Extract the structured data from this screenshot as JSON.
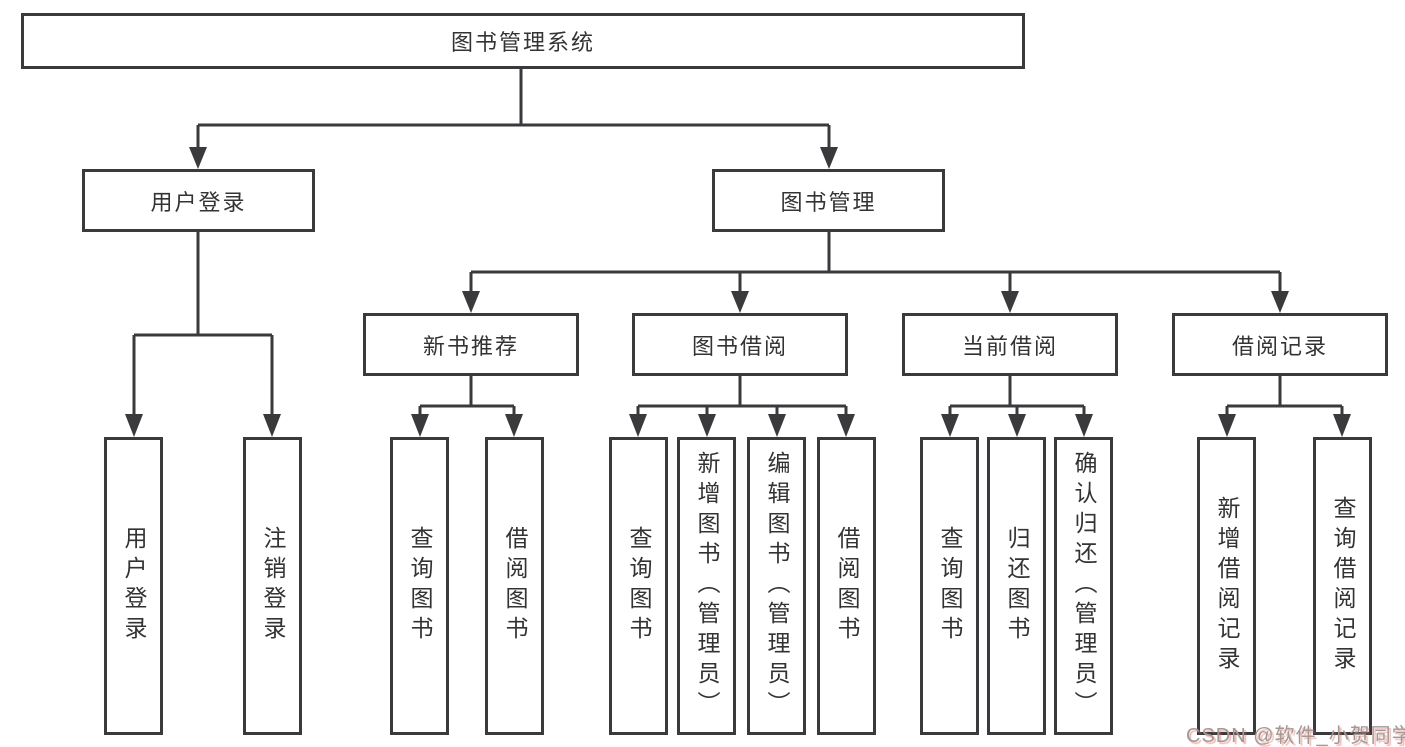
{
  "tree": {
    "label": "图书管理系统",
    "children": [
      {
        "label": "用户登录",
        "children": [
          {
            "label": "用户登录"
          },
          {
            "label": "注销登录"
          }
        ]
      },
      {
        "label": "图书管理",
        "children": [
          {
            "label": "新书推荐",
            "children": [
              {
                "label": "查询图书"
              },
              {
                "label": "借阅图书"
              }
            ]
          },
          {
            "label": "图书借阅",
            "children": [
              {
                "label": "查询图书"
              },
              {
                "label": "新增图书（管理员）"
              },
              {
                "label": "编辑图书（管理员）"
              },
              {
                "label": "借阅图书"
              }
            ]
          },
          {
            "label": "当前借阅",
            "children": [
              {
                "label": "查询图书"
              },
              {
                "label": "归还图书"
              },
              {
                "label": "确认归还（管理员）"
              }
            ]
          },
          {
            "label": "借阅记录",
            "children": [
              {
                "label": "新增借阅记录"
              },
              {
                "label": "查询借阅记录"
              }
            ]
          }
        ]
      }
    ]
  },
  "watermark": {
    "text": "CSDN @软件_小贺同学"
  },
  "colors": {
    "line": "#3a3a3c",
    "text": "#333333",
    "background": "#ffffff",
    "watermark": "#9b9b9b",
    "watermark_shadow": "#eb5a46"
  }
}
